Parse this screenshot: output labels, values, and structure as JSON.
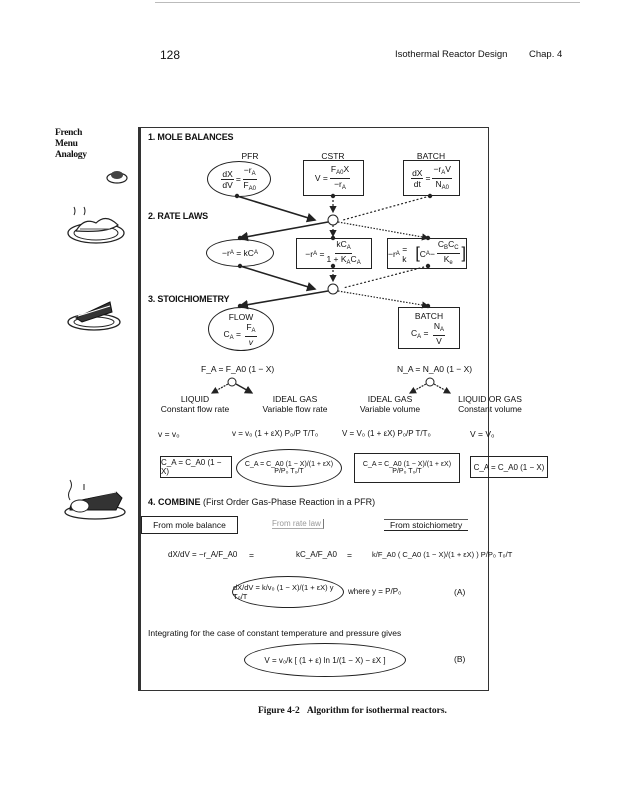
{
  "header": {
    "page_number": "128",
    "running_head": "Isothermal Reactor Design",
    "chapter": "Chap. 4"
  },
  "margin_note": [
    "French",
    "Menu",
    "Analogy"
  ],
  "margin_icons": [
    "appetizer-icon",
    "main-course-icon",
    "dessert-pie-icon",
    "coffee-dessert-icon"
  ],
  "figure": {
    "section1": {
      "title": "1. MOLE BALANCES",
      "pfr": {
        "label": "PFR",
        "lhs_num": "dX",
        "lhs_den": "dV",
        "rhs_num": "−r",
        "rhs_num_sub": "A",
        "rhs_den": "F",
        "rhs_den_sub": "A0"
      },
      "cstr": {
        "label": "CSTR",
        "lhs": "V",
        "num": "F",
        "num_sub": "A0",
        "num_tail": "X",
        "den": "−r",
        "den_sub": "A"
      },
      "batch": {
        "label": "BATCH",
        "lhs_num": "dX",
        "lhs_den": "dt",
        "rhs_num": "−r",
        "rhs_num_sub": "A",
        "rhs_num_tail": "V",
        "rhs_den": "N",
        "rhs_den_sub": "A0"
      }
    },
    "section2": {
      "title": "2. RATE LAWS",
      "first_order": "−r",
      "first_order_sub": "A",
      "first_order_rhs": "= kC",
      "first_order_rhs_sub": "A",
      "lh": {
        "lhs": "−r",
        "lhs_sub": "A",
        "num": "kC",
        "num_sub": "A",
        "den": "1 + K",
        "den_sub": "A",
        "den_tail": "C",
        "den_tail_sub": "A"
      },
      "rev": {
        "lhs": "−r",
        "lhs_sub": "A",
        "mid": "= k",
        "ca": "C",
        "ca_sub": "A",
        "num": "C",
        "num_sub1": "B",
        "num_mid": "C",
        "num_sub2": "C",
        "den": "K",
        "den_sub": "e"
      }
    },
    "section3": {
      "title": "3. STOICHIOMETRY",
      "flow": {
        "label": "FLOW",
        "lhs": "C",
        "lhs_sub": "A",
        "num": "F",
        "num_sub": "A",
        "den": "v"
      },
      "batch": {
        "label": "BATCH",
        "lhs": "C",
        "lhs_sub": "A",
        "num": "N",
        "num_sub": "A",
        "den": "V"
      },
      "flow_conv": "F_A = F_A0 (1 − X)",
      "batch_conv": "N_A = N_A0 (1 − X)",
      "cases": [
        {
          "title": "LIQUID",
          "subtitle": "Constant flow rate",
          "eq": "v = v₀",
          "ca": "C_A = C_A0 (1 − X)"
        },
        {
          "title": "IDEAL GAS",
          "subtitle": "Variable flow rate",
          "eq": "v = v₀ (1 + εX) P₀/P T/T₀",
          "ca": "C_A = C_A0 (1 − X)/(1 + εX) P/P₀ T₀/T"
        },
        {
          "title": "IDEAL GAS",
          "subtitle": "Variable volume",
          "eq": "V = V₀ (1 + εX) P₀/P T/T₀",
          "ca": "C_A = C_A0 (1 − X)/(1 + εX) P/P₀ T₀/T"
        },
        {
          "title": "LIQUID OR GAS",
          "subtitle": "Constant volume",
          "eq": "V = V₀",
          "ca": "C_A = C_A0 (1 − X)"
        }
      ]
    },
    "section4": {
      "title": "4. COMBINE",
      "subtitle": "(First Order Gas-Phase Reaction in a PFR)",
      "headers": [
        "From mole balance",
        "From rate law",
        "From stoichiometry"
      ],
      "combined_eq_parts": [
        "dX/dV = −r_A/F_A0",
        "=",
        "kC_A/F_A0",
        "=",
        "k/F_A0 ( C_A0 (1 − X)/(1 + εX) ) P/P₀ T₀/T"
      ],
      "eq_a": "dX/dV = k/v₀ (1 − X)/(1 + εX) y T₀/T",
      "eq_a_where": "where y = P/P₀",
      "eq_a_label": "(A)",
      "integrating_text": "Integrating for the case of constant temperature and pressure gives",
      "eq_b": "V = v₀/k [ (1 + ε) ln 1/(1 − X) − εX ]",
      "eq_b_label": "(B)"
    }
  },
  "caption": {
    "label": "Figure 4-2",
    "text": "Algorithm for isothermal reactors."
  }
}
